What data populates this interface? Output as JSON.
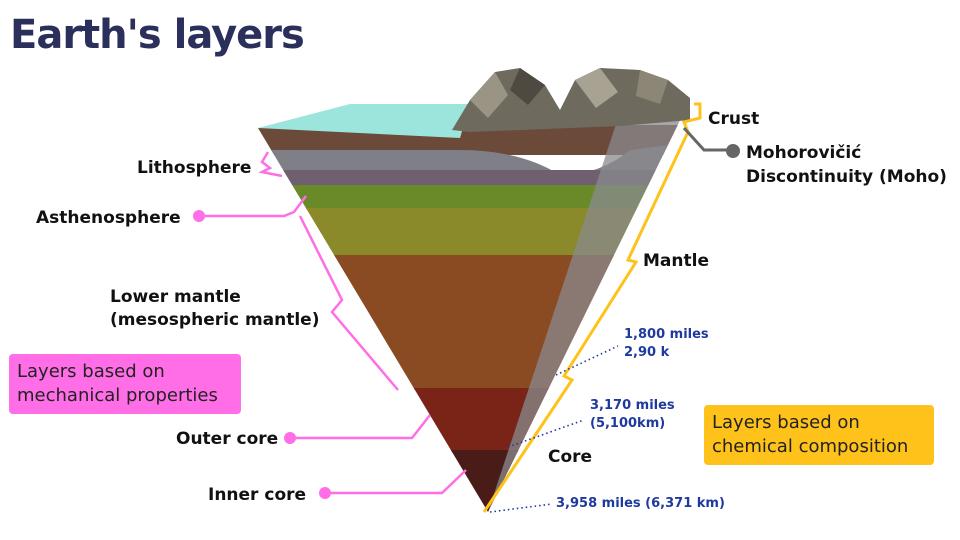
{
  "title": "Earth's layers",
  "mechanical": {
    "box_label": "Layers based on mechanical properties",
    "lithosphere": "Lithosphere",
    "asthenosphere": "Asthenosphere",
    "lower_mantle_line1": "Lower mantle",
    "lower_mantle_line2": "(mesospheric mantle)",
    "outer_core": "Outer core",
    "inner_core": "Inner core"
  },
  "chemical": {
    "box_label": "Layers based on chemical composition",
    "crust": "Crust",
    "moho_line1": "Mohorovičić",
    "moho_line2": "Discontinuity (Moho)",
    "mantle": "Mantle",
    "core": "Core"
  },
  "depths": {
    "mantle_depth_line1": "1,800 miles",
    "mantle_depth_line2": "2,90 k",
    "outer_core_depth_line1": "3,170 miles",
    "outer_core_depth_line2": "(5,100km)",
    "center_depth": "3,958 miles (6,371 km)"
  },
  "colors": {
    "title": "#2a2f5b",
    "mechanical_accent": "#ff6ee6",
    "chemical_accent": "#ffc21a",
    "depth_text": "#1f3a9e",
    "moho_marker": "#666666"
  }
}
